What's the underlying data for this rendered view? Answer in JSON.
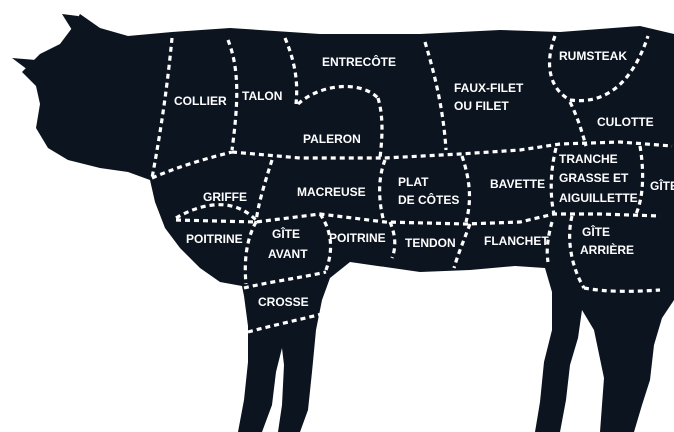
{
  "diagram": {
    "colors": {
      "body": "#0c1420",
      "seam": "#ffffff",
      "label": "#ffffff",
      "background": "#ffffff"
    },
    "cuts": {
      "collier": "COLLIER",
      "talon": "TALON",
      "entrecote": "ENTRECÔTE",
      "faux_filet_1": "FAUX-FILET",
      "faux_filet_2": "OU FILET",
      "rumsteak": "RUMSTEAK",
      "culotte": "CULOTTE",
      "paleron": "PALERON",
      "griffe": "GRIFFE",
      "macreuse": "MACREUSE",
      "plat_1": "PLAT",
      "plat_2": "DE CÔTES",
      "bavette": "BAVETTE",
      "tranche_1": "TRANCHE",
      "tranche_2": "GRASSE ET",
      "tranche_3": "AIGUILLETTE",
      "gite_cut": "GÎTE",
      "poitrine_left": "POITRINE",
      "gite_avant_1": "GÎTE",
      "gite_avant_2": "AVANT",
      "poitrine_mid": "POITRINE",
      "tendon": "TENDON",
      "flanchet": "FLANCHET",
      "gite_arriere_1": "GÎTE",
      "gite_arriere_2": "ARRIÈRE",
      "crosse": "CROSSE"
    }
  }
}
